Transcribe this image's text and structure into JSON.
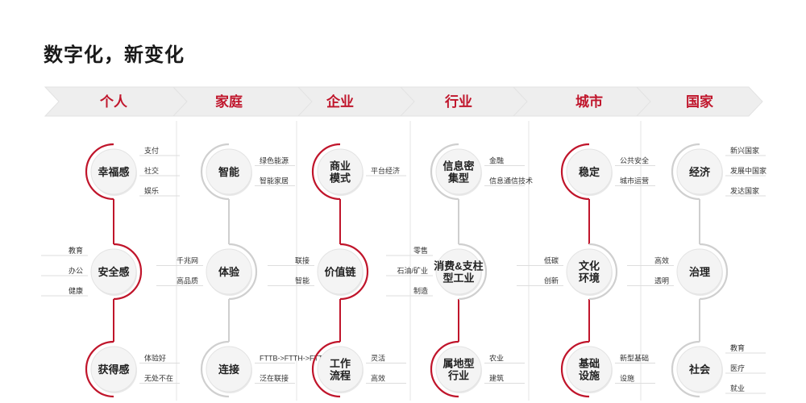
{
  "title": "数字化，新变化",
  "colors": {
    "accent": "#c0152b",
    "gray": "#cfcfcf",
    "chevron": "#eeeeee"
  },
  "columns": [
    {
      "header": "个人",
      "nodes": [
        {
          "label": [
            "幸福感"
          ],
          "items": [
            "支付",
            "社交",
            "娱乐"
          ]
        },
        {
          "label": [
            "安全感"
          ],
          "items": [
            "教育",
            "办公",
            "健康"
          ]
        },
        {
          "label": [
            "获得感"
          ],
          "items": [
            "体验好",
            "无处不在"
          ]
        }
      ]
    },
    {
      "header": "家庭",
      "nodes": [
        {
          "label": [
            "智能"
          ],
          "items": [
            "绿色能源",
            "智能家居"
          ]
        },
        {
          "label": [
            "体验"
          ],
          "items": [
            "千兆网",
            "高品质"
          ]
        },
        {
          "label": [
            "连接"
          ],
          "items": [
            "FTTB->FTTH->FTTR",
            "泛在联接"
          ]
        }
      ]
    },
    {
      "header": "企业",
      "nodes": [
        {
          "label": [
            "商业",
            "模式"
          ],
          "items": [
            "平台经济"
          ]
        },
        {
          "label": [
            "价值链"
          ],
          "items": [
            "联接",
            "智能"
          ]
        },
        {
          "label": [
            "工作",
            "流程"
          ],
          "items": [
            "灵活",
            "高效"
          ]
        }
      ]
    },
    {
      "header": "行业",
      "nodes": [
        {
          "label": [
            "信息密",
            "集型"
          ],
          "items": [
            "金融",
            "信息通信技术"
          ]
        },
        {
          "label": [
            "消费&支柱",
            "型工业"
          ],
          "items": [
            "零售",
            "石油/矿业",
            "制造"
          ]
        },
        {
          "label": [
            "属地型",
            "行业"
          ],
          "items": [
            "农业",
            "建筑"
          ]
        }
      ]
    },
    {
      "header": "城市",
      "nodes": [
        {
          "label": [
            "稳定"
          ],
          "items": [
            "公共安全",
            "城市运营"
          ]
        },
        {
          "label": [
            "文化",
            "环境"
          ],
          "items": [
            "低碳",
            "创新"
          ]
        },
        {
          "label": [
            "基础",
            "设施"
          ],
          "items": [
            "新型基础",
            "设施"
          ]
        }
      ]
    },
    {
      "header": "国家",
      "nodes": [
        {
          "label": [
            "经济"
          ],
          "items": [
            "新兴国家",
            "发展中国家",
            "发达国家"
          ]
        },
        {
          "label": [
            "治理"
          ],
          "items": [
            "高效",
            "透明"
          ]
        },
        {
          "label": [
            "社会"
          ],
          "items": [
            "教育",
            "医疗",
            "就业"
          ]
        }
      ]
    }
  ]
}
